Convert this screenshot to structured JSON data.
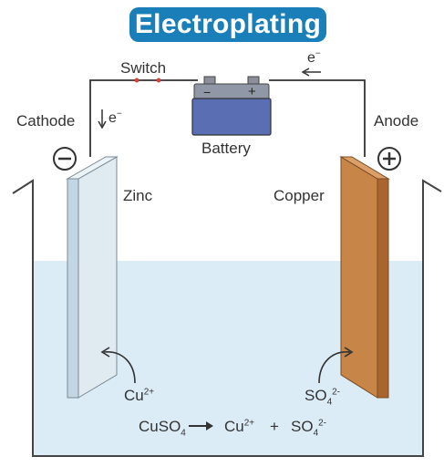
{
  "title": "Electroplating",
  "labels": {
    "switch": "Switch",
    "cathode": "Cathode",
    "anode": "Anode",
    "battery": "Battery",
    "zinc": "Zinc",
    "copper": "Copper",
    "electron": "e",
    "electron_charge": "−"
  },
  "battery_terminals": {
    "negative": "−",
    "positive": "+"
  },
  "ions": {
    "copper_ion": "Cu",
    "copper_ion_charge": "2+",
    "sulfate_ion": "SO",
    "sulfate_sub": "4",
    "sulfate_charge": "2-"
  },
  "equation": {
    "reactant": "CuSO",
    "reactant_sub": "4",
    "product1": "Cu",
    "product1_charge": "2+",
    "plus": "+",
    "product2": "SO",
    "product2_sub": "4",
    "product2_charge": "2-"
  },
  "colors": {
    "title_bg": "#1a7fb8",
    "solution": "#dcecf7",
    "zinc": "#cfe0ea",
    "copper": "#c47a3c",
    "battery_body": "#5a6fb3",
    "wire": "#333333",
    "switch_dot": "#d9433b"
  }
}
